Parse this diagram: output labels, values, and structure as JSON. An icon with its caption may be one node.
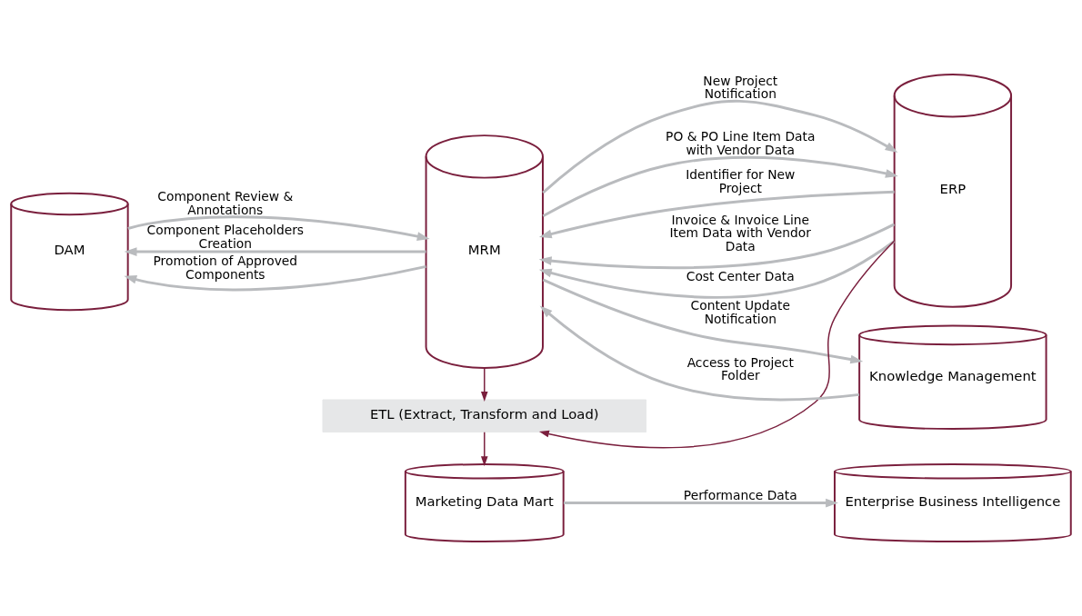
{
  "diagram": {
    "nodes": [
      {
        "text": [
          "DAM"
        ]
      },
      {
        "text": [
          "MRM"
        ]
      },
      {
        "text": [
          "ERP"
        ]
      },
      {
        "text": [
          "Knowledge Management"
        ]
      },
      {
        "text": [
          "ETL (Extract, Transform and Load)"
        ]
      },
      {
        "text": [
          "Marketing Data Mart"
        ]
      },
      {
        "text": [
          "Enterprise Business Intelligence"
        ]
      }
    ],
    "edges": [
      {
        "from": 1,
        "to": 0,
        "arrow": "to",
        "label": "Component Placeholders Creation"
      },
      {
        "from": 0,
        "to": 1,
        "arrow": "to",
        "label": "Component Review & Annotations"
      },
      {
        "from": 1,
        "to": 0,
        "arrow": "to",
        "label": "Promotion of Approved Components"
      },
      {
        "from": 1,
        "to": 2,
        "arrow": "to",
        "label": "New Project Notification"
      },
      {
        "from": 2,
        "to": 1,
        "arrow": "to",
        "label": "Identifier for New Project"
      },
      {
        "from": 1,
        "to": 2,
        "arrow": "to",
        "label": "PO & PO Line Item Data with Vendor Data"
      },
      {
        "from": 2,
        "to": 1,
        "arrow": "to",
        "label": "Invoice & Invoice Line Item Data with Vendor Data"
      },
      {
        "from": 2,
        "to": 1,
        "arrow": "to",
        "label": "Cost Center Data"
      },
      {
        "from": 1,
        "to": 3,
        "arrow": "to",
        "label": "Content Update Notification"
      },
      {
        "from": 3,
        "to": 1,
        "arrow": "to",
        "label": "Access to Project Folder"
      },
      {
        "from": 1,
        "to": 4,
        "arrow": "to",
        "color": "#7a1f3d"
      },
      {
        "from": 2,
        "to": 4,
        "arrow": "to",
        "color": "#7a1f3d"
      },
      {
        "from": 4,
        "to": 5,
        "arrow": "to",
        "color": "#7a1f3d"
      },
      {
        "from": 5,
        "to": 6,
        "arrow": "to",
        "label": "Performance Data"
      }
    ]
  }
}
